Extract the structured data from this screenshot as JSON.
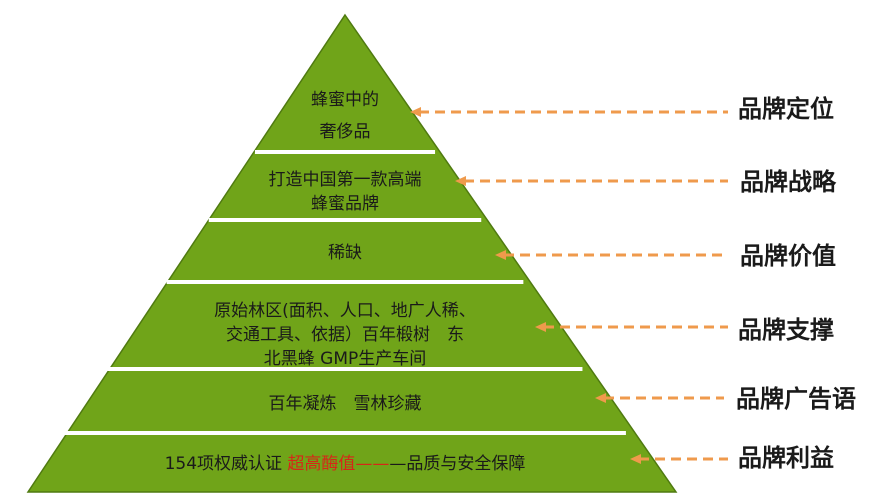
{
  "colors": {
    "pyramid_fill": "#70a419",
    "pyramid_edge": "#4f7a10",
    "divider": "#ffffff",
    "arrow": "#ef9a4c",
    "highlight": "#d62718"
  },
  "tiers": [
    {
      "lines": [
        "蜂蜜中的",
        "奢侈品"
      ],
      "brand": "品牌定位"
    },
    {
      "lines": [
        "打造中国第一款高端",
        "蜂蜜品牌"
      ],
      "brand": "品牌战略"
    },
    {
      "lines": [
        "稀缺"
      ],
      "brand": "品牌价值"
    },
    {
      "lines": [
        "原始林区(面积、人口、地广人稀、",
        "交通工具、依据）百年椴树　东",
        "北黑蜂 GMP生产车间"
      ],
      "brand": "品牌支撑"
    },
    {
      "lines": [
        "百年凝炼　雪林珍藏"
      ],
      "brand": "品牌广告语"
    },
    {
      "segments": [
        "154项权威认证 ",
        "超高酶值——",
        "—品质与安全保障"
      ],
      "brand": "品牌利益"
    }
  ]
}
